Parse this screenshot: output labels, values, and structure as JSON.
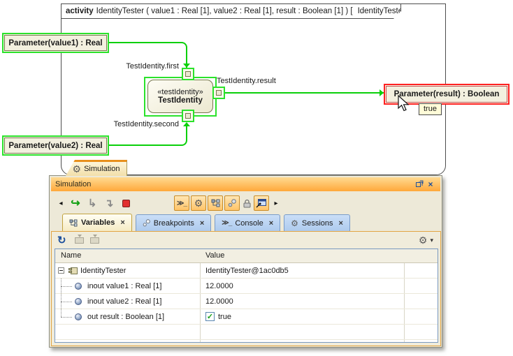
{
  "diagram": {
    "frame_header": {
      "keyword": "activity",
      "signature": "IdentityTester ( value1 : Real [1], value2 : Real [1], result : Boolean [1] ) [",
      "diagram_name": "IdentityTester ]"
    },
    "parameter_nodes": {
      "value1": "Parameter(value1) : Real",
      "value2": "Parameter(value2) : Real",
      "result": "Parameter(result) : Boolean"
    },
    "action_node": {
      "stereotype": "«testIdentity»",
      "name": "TestIdentity"
    },
    "pin_labels": {
      "first": "TestIdentity.first",
      "second": "TestIdentity.second",
      "result": "TestIdentity.result"
    },
    "tooltip_text": "true",
    "colors": {
      "selection_green": "#2be22b",
      "selection_red": "#ff2020",
      "connector_green": "#0ad00a",
      "node_border": "#77774d"
    }
  },
  "simulation_panel": {
    "window_tab": {
      "label": "Simulation"
    },
    "titlebar": {
      "title": "Simulation"
    },
    "tabs": [
      {
        "label": "Variables",
        "active": true
      },
      {
        "label": "Breakpoints",
        "active": false
      },
      {
        "label": "Console",
        "active": false
      },
      {
        "label": "Sessions",
        "active": false
      }
    ],
    "table": {
      "columns": [
        "Name",
        "Value"
      ],
      "rows": [
        {
          "name": "IdentityTester",
          "value": "IdentityTester@1ac0db5"
        },
        {
          "name": "inout value1 : Real [1]",
          "value": "12.0000"
        },
        {
          "name": "inout value2 : Real [1]",
          "value": "12.0000"
        },
        {
          "name": "out result : Boolean [1]",
          "value": "true",
          "checked": true
        }
      ]
    },
    "accent_colors": {
      "titlebar_orange": "#ffa83a",
      "tab_blue": "#aecbee",
      "body_tan": "#ede9d8"
    }
  },
  "icons": {
    "close": "×",
    "gear": "⚙",
    "console": "≫_",
    "refresh": "↻",
    "overflow_left": "◂",
    "overflow_right": "▸",
    "resume": "↪",
    "step_into": "↳",
    "step_over": "↴",
    "caret_down": "▾",
    "check": "✓"
  }
}
